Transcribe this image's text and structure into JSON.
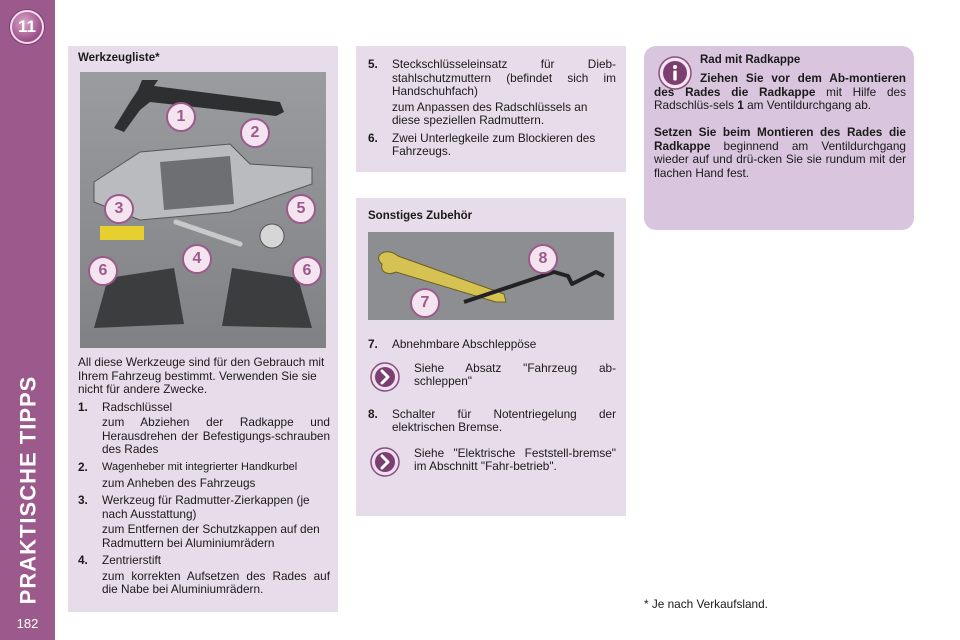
{
  "sidebar": {
    "chapter_number": "11",
    "chapter_title": "PRAKTISCHE TIPPS",
    "page_number": "182"
  },
  "toolkit": {
    "title": "Werkzeugliste*",
    "intro": "All diese Werkzeuge sind für den Gebrauch mit Ihrem Fahrzeug bestimmt. Verwenden Sie sie nicht für andere Zwecke.",
    "image_labels": [
      "1",
      "2",
      "3",
      "4",
      "5",
      "6",
      "6"
    ],
    "items": [
      {
        "num": "1.",
        "text": "Radschlüssel",
        "desc": "zum Abziehen der Radkappe und Herausdrehen der Befestigungs-schrauben des Rades"
      },
      {
        "num": "2.",
        "text": "Wagenheber mit integrierter Handkurbel",
        "desc": "zum Anheben des Fahrzeugs"
      },
      {
        "num": "3.",
        "text": "Werkzeug für Radmutter-Zierkappen (je nach Ausstattung)",
        "desc": "zum Entfernen der Schutzkappen auf den Radmuttern bei Aluminiumrädern"
      },
      {
        "num": "4.",
        "text": "Zentrierstift",
        "desc": "zum korrekten Aufsetzen des Rades auf die Nabe bei Aluminiumrädern."
      }
    ]
  },
  "more_items": {
    "items": [
      {
        "num": "5.",
        "text": "Steckschlüsseleinsatz für Dieb-stahlschutzmuttern (befindet sich im Handschuhfach)",
        "desc": "zum Anpassen des Radschlüssels an diese speziellen Radmuttern."
      },
      {
        "num": "6.",
        "text": "Zwei Unterlegkeile zum Blockieren des Fahrzeugs.",
        "desc": ""
      }
    ]
  },
  "accessories": {
    "title": "Sonstiges Zubehör",
    "image_labels": [
      "8",
      "7"
    ],
    "item7": {
      "num": "7.",
      "text": "Abnehmbare Abschleppöse"
    },
    "ref7": "Siehe Absatz \"Fahrzeug ab-schleppen\"",
    "item8": {
      "num": "8.",
      "text": "Schalter für Notentriegelung der elektrischen Bremse."
    },
    "ref8": "Siehe \"Elektrische Feststell-bremse\" im Abschnitt \"Fahr-betrieb\"."
  },
  "info": {
    "icon": "info-icon",
    "title": "Rad mit Radkappe",
    "para1_bold": "Ziehen Sie vor dem Ab-montieren des Rades die Radkappe",
    "para1_rest": " mit Hilfe des Radschlüs-sels ",
    "para1_num": "1",
    "para1_end": " am Ventildurchgang ab.",
    "para2_bold": "Setzen Sie beim Montieren des Rades die Radkappe",
    "para2_rest": " beginnend am Ventildurchgang wieder auf und drü-cken Sie sie rundum mit der flachen Hand fest."
  },
  "footnote": "* Je nach Verkaufsland.",
  "colors": {
    "sidebar": "#9c5a8c",
    "panel": "#e7dcea",
    "info_panel": "#d9c6de"
  }
}
